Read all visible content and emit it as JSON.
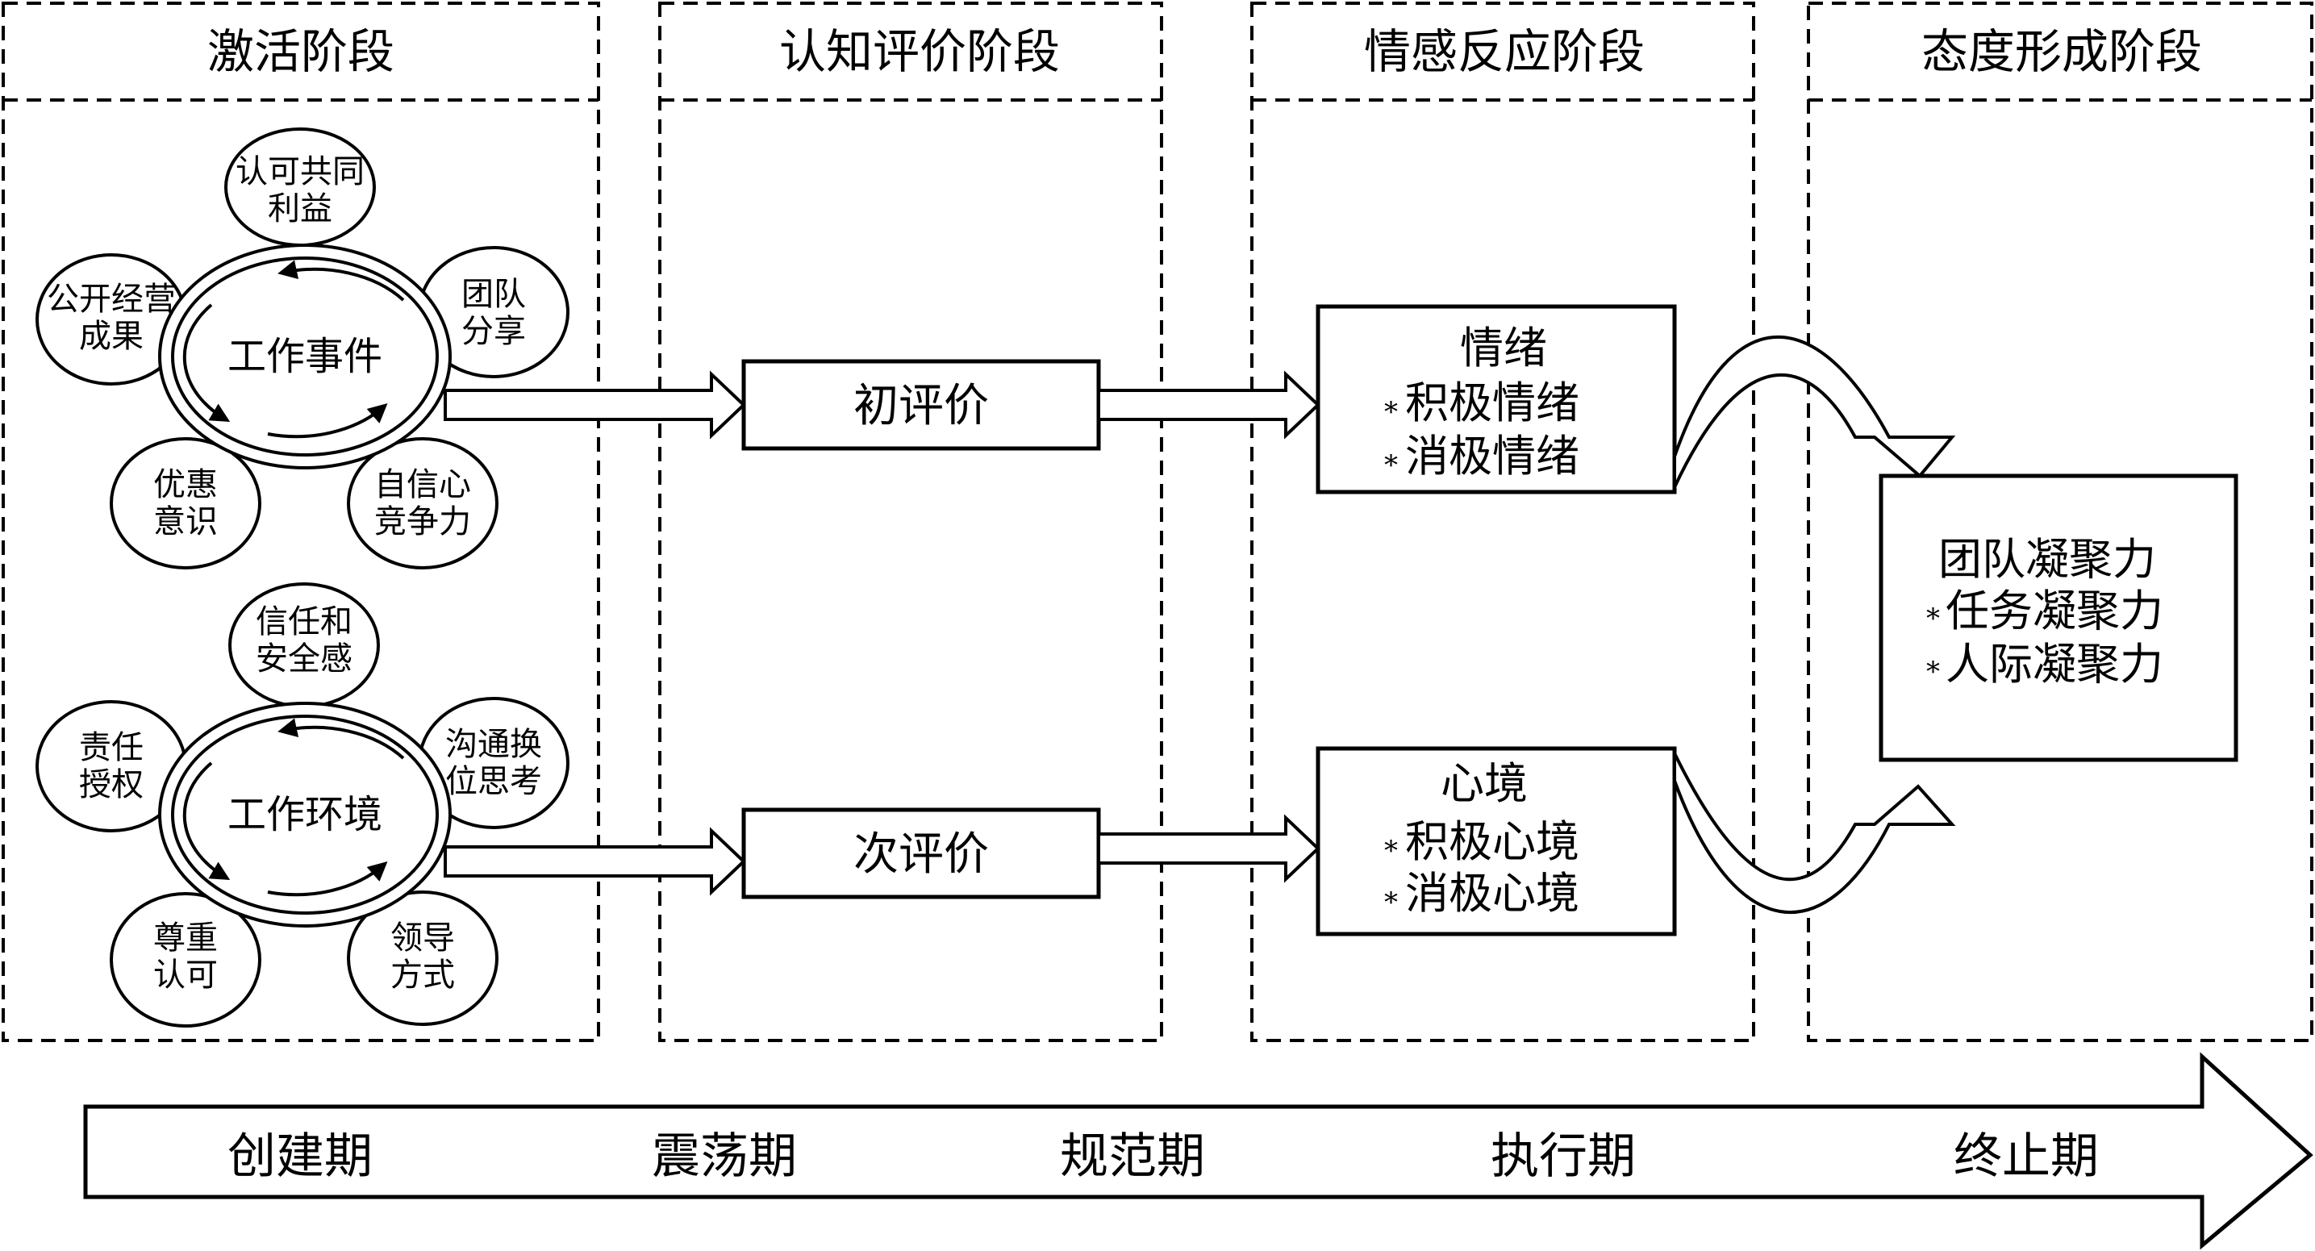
{
  "stages": [
    "激活阶段",
    "认知评价阶段",
    "情感反应阶段",
    "态度形成阶段"
  ],
  "cluster_event": {
    "hub": "工作事件",
    "petals": [
      [
        "认可共同",
        "利益"
      ],
      [
        "团队",
        "分享"
      ],
      [
        "自信心",
        "竞争力"
      ],
      [
        "优惠",
        "意识"
      ],
      [
        "公开经营",
        "成果"
      ]
    ]
  },
  "cluster_env": {
    "hub": "工作环境",
    "petals": [
      [
        "信任和",
        "安全感"
      ],
      [
        "沟通换",
        "位思考"
      ],
      [
        "领导",
        "方式"
      ],
      [
        "尊重",
        "认可"
      ],
      [
        "责任",
        "授权"
      ]
    ]
  },
  "appraisal": {
    "primary": "初评价",
    "secondary": "次评价"
  },
  "emotion": {
    "title": "情绪",
    "items": [
      "积极情绪",
      "消极情绪"
    ]
  },
  "mood": {
    "title": "心境",
    "items": [
      "积极心境",
      "消极心境"
    ]
  },
  "cohesion": {
    "title": "团队凝聚力",
    "items": [
      "任务凝聚力",
      "人际凝聚力"
    ]
  },
  "bullet_symbol": "*",
  "phases": [
    "创建期",
    "震荡期",
    "规范期",
    "执行期",
    "终止期"
  ]
}
